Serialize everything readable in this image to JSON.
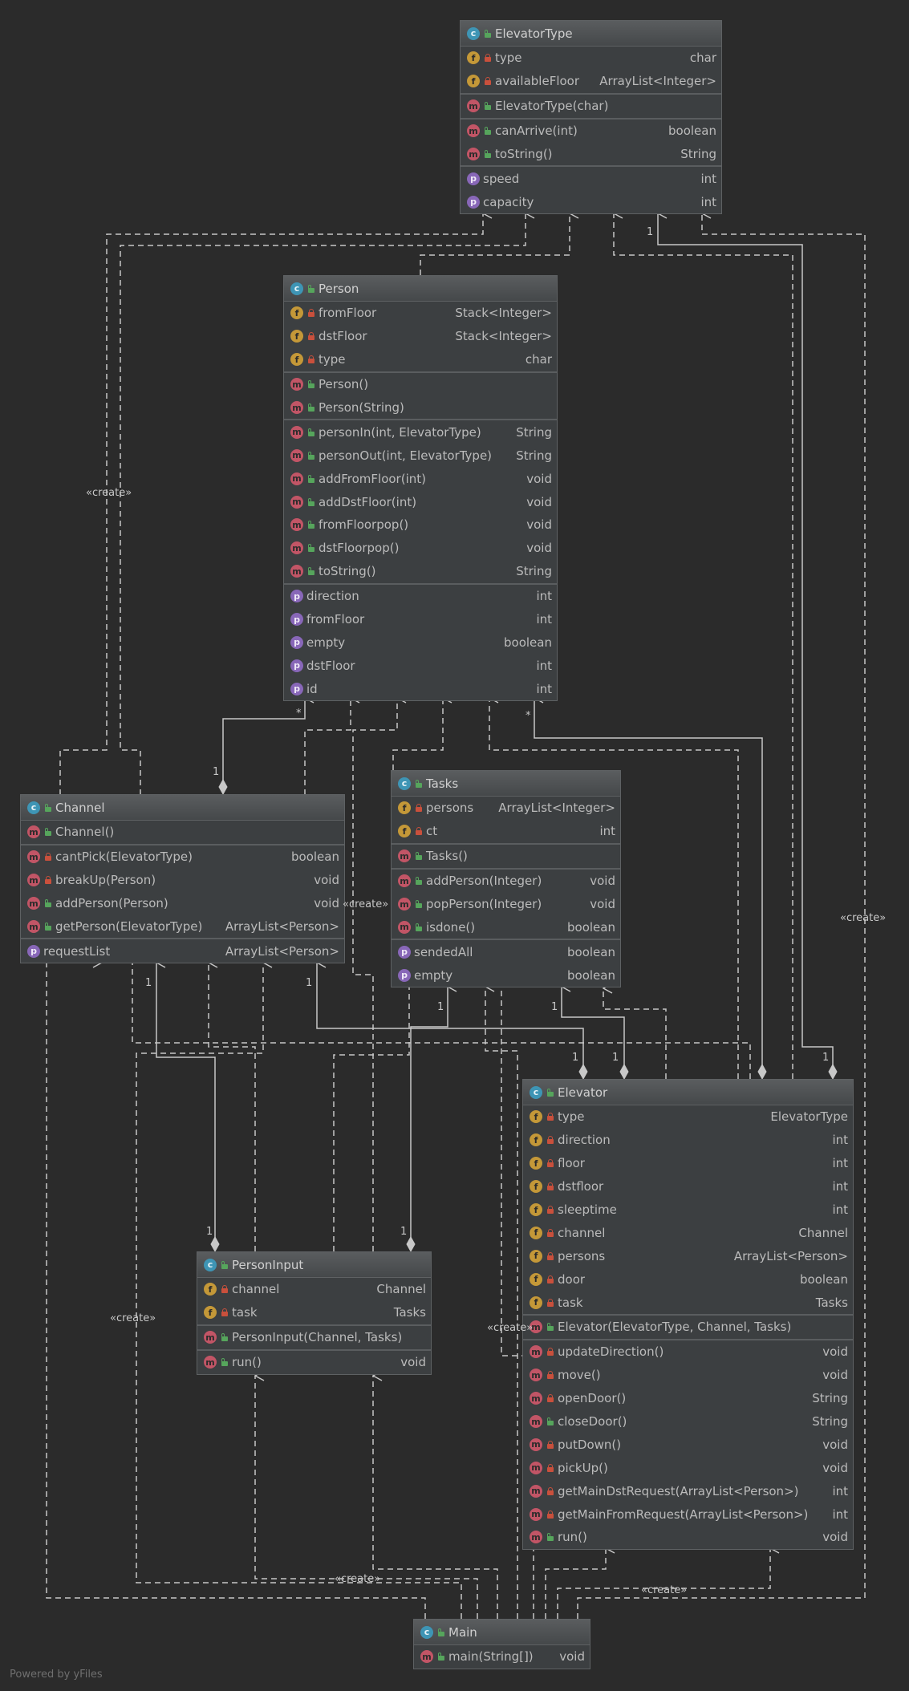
{
  "colors": {
    "background": "#2b2b2b",
    "node_fill": "#3c3f41",
    "edge": "#c8c8c8"
  },
  "classes": {
    "elevatortype": {
      "name": "ElevatorType",
      "sections": [
        [
          {
            "k": "f",
            "v": "priv",
            "n": "type",
            "t": "char"
          },
          {
            "k": "f",
            "v": "priv",
            "n": "availableFloor",
            "t": "ArrayList<Integer>"
          }
        ],
        [
          {
            "k": "m",
            "v": "pub",
            "n": "ElevatorType(char)",
            "t": ""
          }
        ],
        [
          {
            "k": "m",
            "v": "pub",
            "n": "canArrive(int)",
            "t": "boolean"
          },
          {
            "k": "m",
            "v": "pub",
            "n": "toString()",
            "t": "String"
          }
        ],
        [
          {
            "k": "p",
            "v": "none",
            "n": "speed",
            "t": "int"
          },
          {
            "k": "p",
            "v": "none",
            "n": "capacity",
            "t": "int"
          }
        ]
      ]
    },
    "person": {
      "name": "Person",
      "sections": [
        [
          {
            "k": "f",
            "v": "priv",
            "n": "fromFloor",
            "t": "Stack<Integer>"
          },
          {
            "k": "f",
            "v": "priv",
            "n": "dstFloor",
            "t": "Stack<Integer>"
          },
          {
            "k": "f",
            "v": "priv",
            "n": "type",
            "t": "char"
          }
        ],
        [
          {
            "k": "m",
            "v": "pub",
            "n": "Person()",
            "t": ""
          },
          {
            "k": "m",
            "v": "pub",
            "n": "Person(String)",
            "t": ""
          }
        ],
        [
          {
            "k": "m",
            "v": "pub",
            "n": "personIn(int, ElevatorType)",
            "t": "String"
          },
          {
            "k": "m",
            "v": "pub",
            "n": "personOut(int, ElevatorType)",
            "t": "String"
          },
          {
            "k": "m",
            "v": "pub",
            "n": "addFromFloor(int)",
            "t": "void"
          },
          {
            "k": "m",
            "v": "pub",
            "n": "addDstFloor(int)",
            "t": "void"
          },
          {
            "k": "m",
            "v": "pub",
            "n": "fromFloorpop()",
            "t": "void"
          },
          {
            "k": "m",
            "v": "pub",
            "n": "dstFloorpop()",
            "t": "void"
          },
          {
            "k": "m",
            "v": "pub",
            "n": "toString()",
            "t": "String"
          }
        ],
        [
          {
            "k": "p",
            "v": "none",
            "n": "direction",
            "t": "int"
          },
          {
            "k": "p",
            "v": "none",
            "n": "fromFloor",
            "t": "int"
          },
          {
            "k": "p",
            "v": "none",
            "n": "empty",
            "t": "boolean"
          },
          {
            "k": "p",
            "v": "none",
            "n": "dstFloor",
            "t": "int"
          },
          {
            "k": "p",
            "v": "none",
            "n": "id",
            "t": "int"
          }
        ]
      ]
    },
    "channel": {
      "name": "Channel",
      "sections": [
        [
          {
            "k": "m",
            "v": "pub",
            "n": "Channel()",
            "t": ""
          }
        ],
        [
          {
            "k": "m",
            "v": "priv",
            "n": "cantPick(ElevatorType)",
            "t": "boolean"
          },
          {
            "k": "m",
            "v": "priv",
            "n": "breakUp(Person)",
            "t": "void"
          },
          {
            "k": "m",
            "v": "pub",
            "n": "addPerson(Person)",
            "t": "void"
          },
          {
            "k": "m",
            "v": "pub",
            "n": "getPerson(ElevatorType)",
            "t": "ArrayList<Person>"
          }
        ],
        [
          {
            "k": "p",
            "v": "none",
            "n": "requestList",
            "t": "ArrayList<Person>"
          }
        ]
      ]
    },
    "tasks": {
      "name": "Tasks",
      "sections": [
        [
          {
            "k": "f",
            "v": "priv",
            "n": "persons",
            "t": "ArrayList<Integer>"
          },
          {
            "k": "f",
            "v": "priv",
            "n": "ct",
            "t": "int"
          }
        ],
        [
          {
            "k": "m",
            "v": "pub",
            "n": "Tasks()",
            "t": ""
          }
        ],
        [
          {
            "k": "m",
            "v": "pub",
            "n": "addPerson(Integer)",
            "t": "void"
          },
          {
            "k": "m",
            "v": "pub",
            "n": "popPerson(Integer)",
            "t": "void"
          },
          {
            "k": "m",
            "v": "pub",
            "n": "isdone()",
            "t": "boolean"
          }
        ],
        [
          {
            "k": "p",
            "v": "none",
            "n": "sendedAll",
            "t": "boolean"
          },
          {
            "k": "p",
            "v": "none",
            "n": "empty",
            "t": "boolean"
          }
        ]
      ]
    },
    "elevator": {
      "name": "Elevator",
      "sections": [
        [
          {
            "k": "f",
            "v": "priv",
            "n": "type",
            "t": "ElevatorType"
          },
          {
            "k": "f",
            "v": "priv",
            "n": "direction",
            "t": "int"
          },
          {
            "k": "f",
            "v": "priv",
            "n": "floor",
            "t": "int"
          },
          {
            "k": "f",
            "v": "priv",
            "n": "dstfloor",
            "t": "int"
          },
          {
            "k": "f",
            "v": "priv",
            "n": "sleeptime",
            "t": "int"
          },
          {
            "k": "f",
            "v": "priv",
            "n": "channel",
            "t": "Channel"
          },
          {
            "k": "f",
            "v": "priv",
            "n": "persons",
            "t": "ArrayList<Person>"
          },
          {
            "k": "f",
            "v": "priv",
            "n": "door",
            "t": "boolean"
          },
          {
            "k": "f",
            "v": "priv",
            "n": "task",
            "t": "Tasks"
          }
        ],
        [
          {
            "k": "m",
            "v": "pub",
            "n": "Elevator(ElevatorType, Channel, Tasks)",
            "t": ""
          }
        ],
        [
          {
            "k": "m",
            "v": "priv",
            "n": "updateDirection()",
            "t": "void"
          },
          {
            "k": "m",
            "v": "priv",
            "n": "move()",
            "t": "void"
          },
          {
            "k": "m",
            "v": "priv",
            "n": "openDoor()",
            "t": "String"
          },
          {
            "k": "m",
            "v": "pub",
            "n": "closeDoor()",
            "t": "String"
          },
          {
            "k": "m",
            "v": "priv",
            "n": "putDown()",
            "t": "void"
          },
          {
            "k": "m",
            "v": "priv",
            "n": "pickUp()",
            "t": "void"
          },
          {
            "k": "m",
            "v": "priv",
            "n": "getMainDstRequest(ArrayList<Person>)",
            "t": "int"
          },
          {
            "k": "m",
            "v": "priv",
            "n": "getMainFromRequest(ArrayList<Person>)",
            "t": "int"
          },
          {
            "k": "m",
            "v": "pub",
            "n": "run()",
            "t": "void"
          }
        ]
      ]
    },
    "personinput": {
      "name": "PersonInput",
      "sections": [
        [
          {
            "k": "f",
            "v": "priv",
            "n": "channel",
            "t": "Channel"
          },
          {
            "k": "f",
            "v": "priv",
            "n": "task",
            "t": "Tasks"
          }
        ],
        [
          {
            "k": "m",
            "v": "pub",
            "n": "PersonInput(Channel, Tasks)",
            "t": ""
          }
        ],
        [
          {
            "k": "m",
            "v": "pub",
            "n": "run()",
            "t": "void"
          }
        ]
      ]
    },
    "main": {
      "name": "Main",
      "sections": [
        [
          {
            "k": "m",
            "v": "pub",
            "n": "main(String[])",
            "t": "void"
          }
        ]
      ]
    }
  },
  "labels": {
    "create": "«create»",
    "one": "1",
    "many": "*"
  },
  "footer": "Powered by yFiles"
}
